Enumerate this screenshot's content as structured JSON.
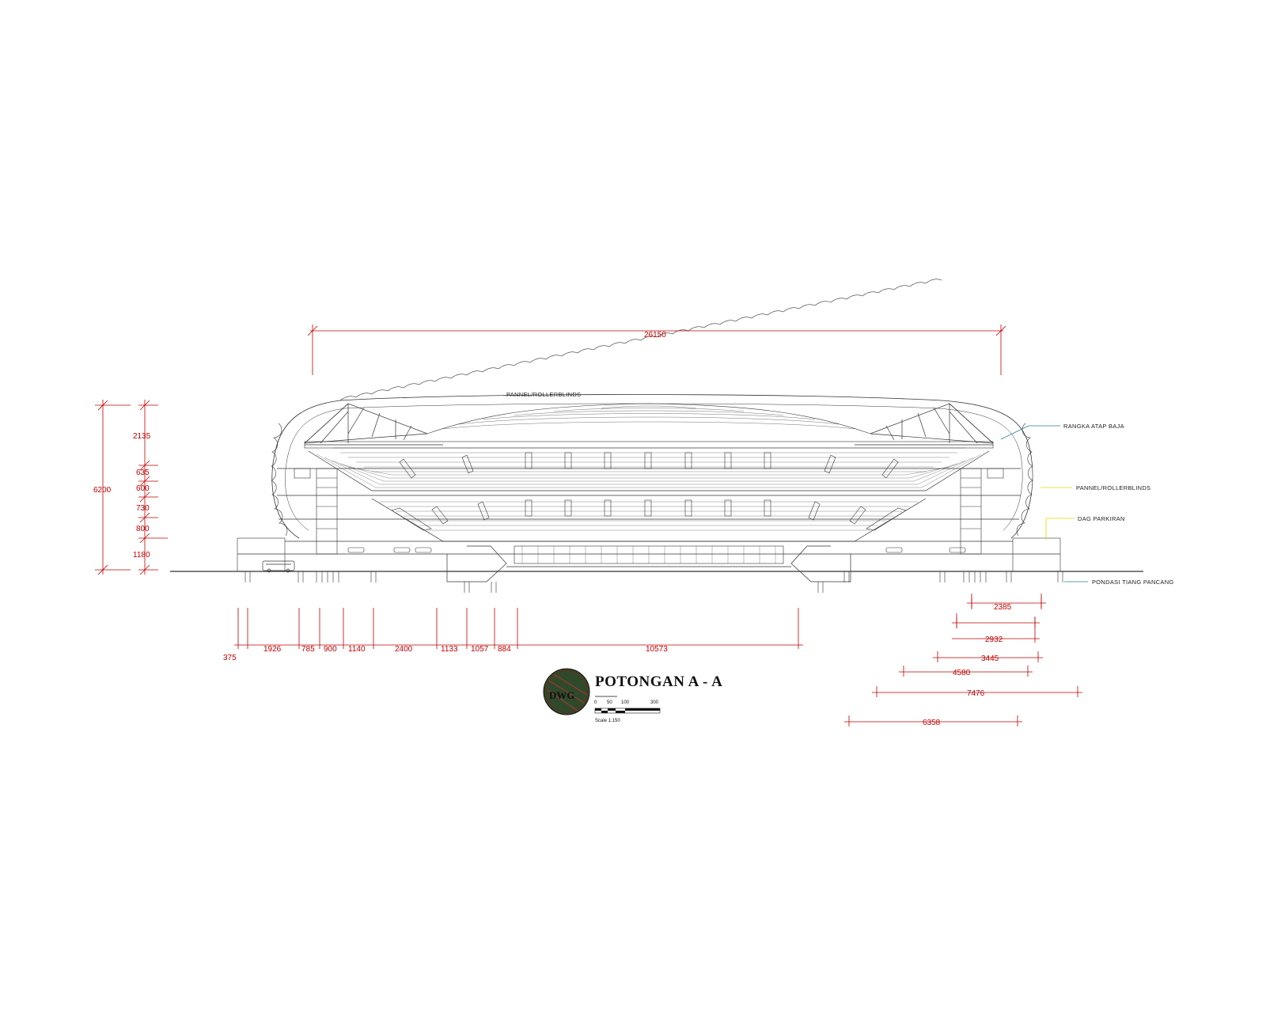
{
  "overall_width_dim": "26150",
  "height_total_dim": "6200",
  "height_segments": [
    "2135",
    "635",
    "600",
    "730",
    "800",
    "1180"
  ],
  "bottom_dims": [
    "375",
    "1926",
    "785",
    "900",
    "1140",
    "2400",
    "1133",
    "1057",
    "884",
    "10573"
  ],
  "right_dims": [
    "2385",
    "2932",
    "3445",
    "4580",
    "7476",
    "6358"
  ],
  "labels": {
    "roof_top": "PANNEL/ROLLERBLINDS",
    "roof_frame": "RANGKA ATAP BAJA",
    "side_panel": "PANNEL/ROLLERBLINDS",
    "parking_deck": "DAG PARKIRAN",
    "foundation": "PONDASI TIANG PANCANG"
  },
  "title": "POTONGAN A - A",
  "scale_ticks": [
    "0",
    "50",
    "100",
    "300"
  ],
  "scale_text": "Scale 1:150",
  "logo_text": "DWG",
  "colors": {
    "dimension": "#c00000",
    "linework": "#333333",
    "leader_teal": "#2a7f8f",
    "leader_yellow": "#e6d800"
  }
}
